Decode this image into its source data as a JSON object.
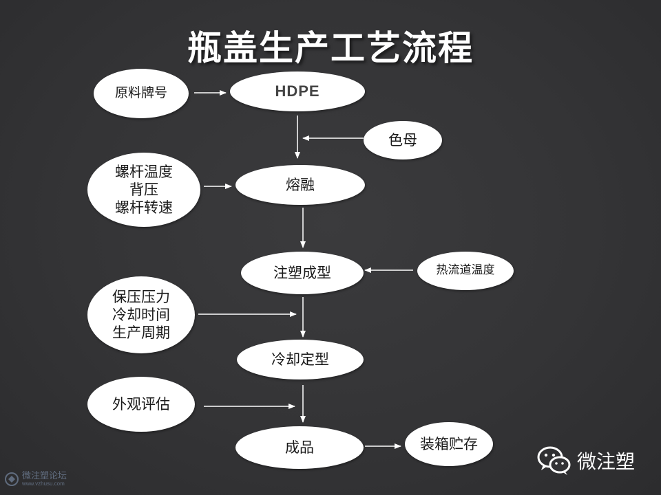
{
  "title": "瓶盖生产工艺流程",
  "nodes": {
    "raw_grade": "原料牌号",
    "hdpe": "HDPE",
    "masterbatch": "色母",
    "screw_params": "螺杆温度\n背压\n螺杆转速",
    "melting": "熔融",
    "injection": "注塑成型",
    "hot_runner": "热流道温度",
    "hold_params": "保压压力\n冷却时间\n生产周期",
    "cooling": "冷却定型",
    "appearance": "外观评估",
    "product": "成品",
    "packing": "装箱贮存"
  },
  "watermark": {
    "brand": "微注塑",
    "forum": "微注塑论坛",
    "forum_url": "www.vzhusu.com"
  },
  "colors": {
    "background": "#343436",
    "node_fill": "#ffffff",
    "arrow": "#ffffff",
    "text": "#1a1a1a",
    "wechat_green": "#ffffff"
  }
}
